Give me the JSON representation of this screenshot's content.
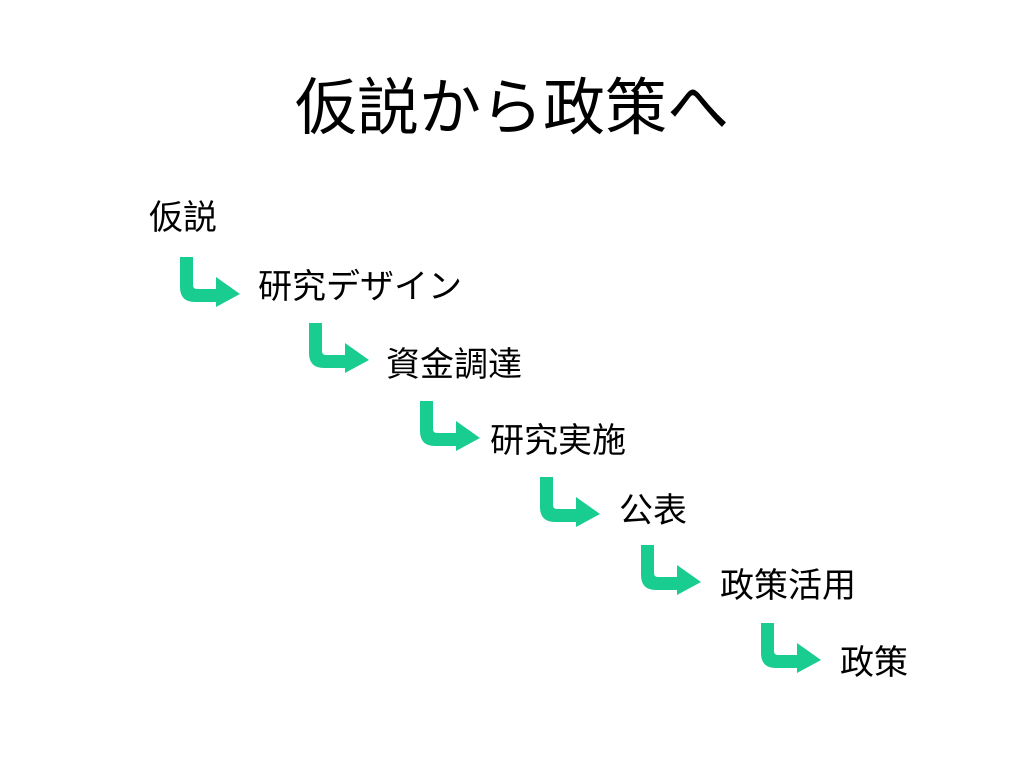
{
  "title": "仮説から政策へ",
  "arrow_color": "#19cc8f",
  "arrow_icon": "bent-arrow-down-right",
  "steps": [
    {
      "label": "仮説"
    },
    {
      "label": "研究デザイン"
    },
    {
      "label": "資金調達"
    },
    {
      "label": "研究実施"
    },
    {
      "label": "公表"
    },
    {
      "label": "政策活用"
    },
    {
      "label": "政策"
    }
  ]
}
